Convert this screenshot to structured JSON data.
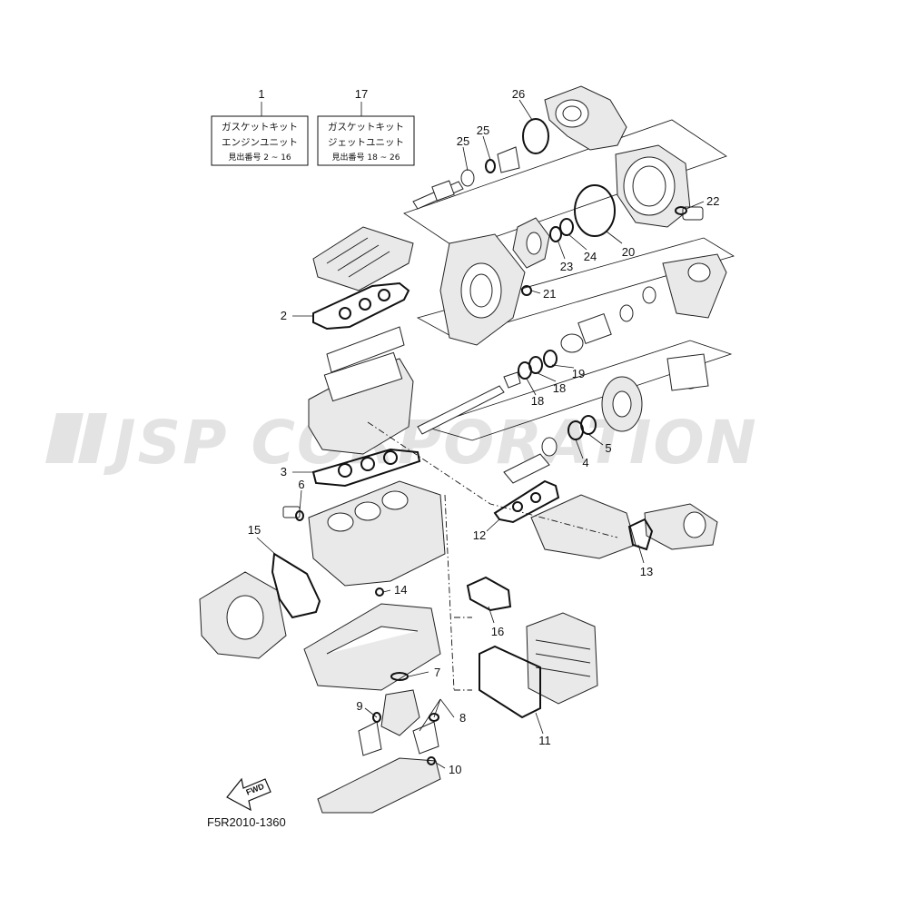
{
  "kits": [
    {
      "number": "1",
      "line1": "ガスケットキット",
      "line2": "エンジンユニット",
      "line3": "見出番号 2 ~ 16"
    },
    {
      "number": "17",
      "line1": "ガスケットキット",
      "line2": "ジェットユニット",
      "line3": "見出番号 18 ~ 26"
    }
  ],
  "watermark": "JSP CORPORATION",
  "diagram_code": "F5R2010-1360",
  "fwd_label": "FWD",
  "callouts": {
    "c2": "2",
    "c3": "3",
    "c4": "4",
    "c5": "5",
    "c6": "6",
    "c7": "7",
    "c8": "8",
    "c9": "9",
    "c10": "10",
    "c11": "11",
    "c12": "12",
    "c13": "13",
    "c14": "14",
    "c15": "15",
    "c16": "16",
    "c18a": "18",
    "c18b": "18",
    "c19": "19",
    "c20": "20",
    "c21": "21",
    "c22": "22",
    "c23": "23",
    "c24": "24",
    "c25a": "25",
    "c25b": "25",
    "c26": "26"
  }
}
